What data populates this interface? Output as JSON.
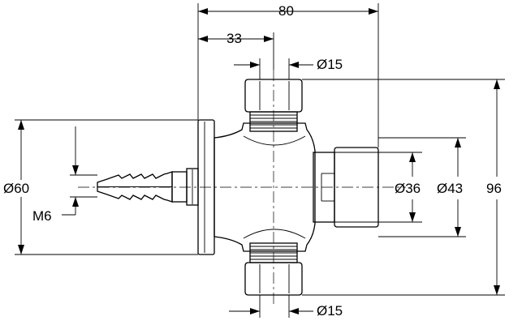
{
  "drawing": {
    "dimensions": {
      "overall_width": "80",
      "inlet_offset": "33",
      "top_port_diameter": "Ø15",
      "bottom_port_diameter": "Ø15",
      "flange_diameter": "Ø60",
      "screw_thread": "M6",
      "push_button_diameter": "Ø36",
      "cap_diameter": "Ø43",
      "overall_height": "96"
    }
  }
}
